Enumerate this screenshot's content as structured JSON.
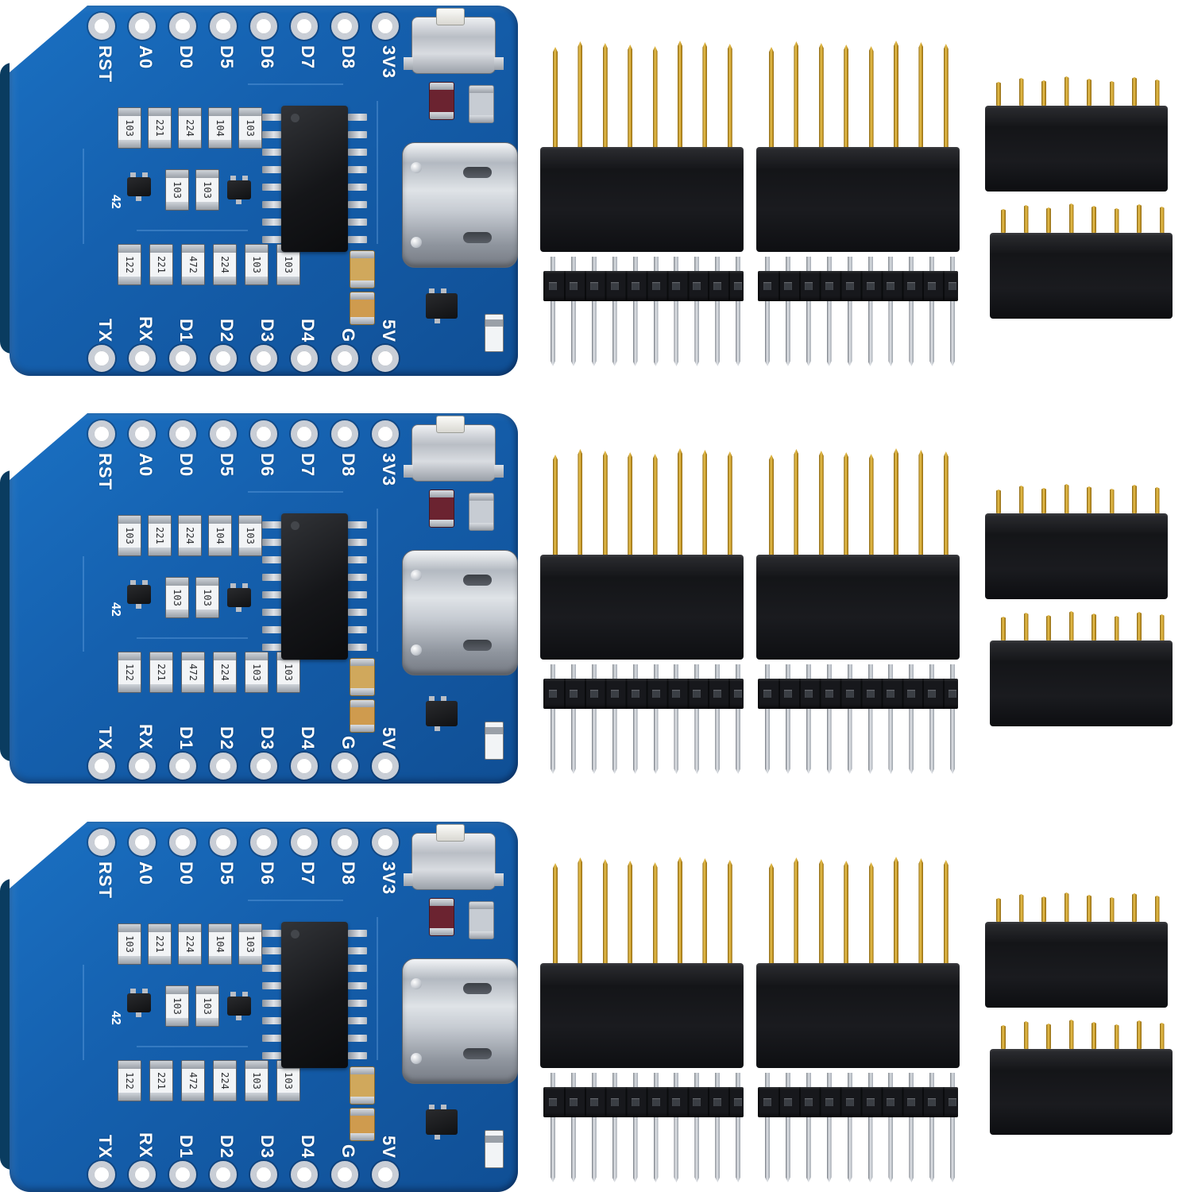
{
  "scene": {
    "description": "Product photo: three blue D1 Mini USB-C development boards, each with two long-pin stackable female headers, two male pin headers and two short female headers, on a white background",
    "background_color": "#ffffff",
    "row_count": 3,
    "items_per_row": {
      "boards": 1,
      "tall_female_headers": 2,
      "male_pin_headers": 2,
      "short_female_headers": 2
    }
  },
  "board": {
    "name": "D1 Mini development board (USB Type-C)",
    "pcb_color": "#1560ae",
    "silkscreen_color": "#ffffff",
    "top_pin_labels": [
      "RST",
      "A0",
      "D0",
      "D5",
      "D6",
      "D7",
      "D8",
      "3V3"
    ],
    "bottom_pin_labels": [
      "TX",
      "RX",
      "D1",
      "D2",
      "D3",
      "D4",
      "G",
      "5V"
    ],
    "hole_count_per_row": 8,
    "top_smd_codes": [
      "103",
      "221",
      "224",
      "104",
      "103"
    ],
    "mid_smd_codes": [
      "103",
      "103"
    ],
    "bottom_smd_codes": [
      "122",
      "221",
      "472",
      "224",
      "103",
      "103"
    ],
    "silk_marks": [
      "42"
    ],
    "ic_pin_count_per_side": 8
  },
  "headers": {
    "tall_female": {
      "name": "long-pin stackable female header",
      "pin_count": 8,
      "pin_color": "#c79a2a",
      "body_color": "#17181b"
    },
    "male": {
      "name": "male breakaway pin header",
      "pin_count": 10,
      "pin_color": "#b9bec6",
      "body_color": "#131417"
    },
    "short_female": {
      "name": "short female header",
      "pin_count": 8,
      "pin_color": "#c79a2a",
      "body_color": "#17181b"
    }
  }
}
